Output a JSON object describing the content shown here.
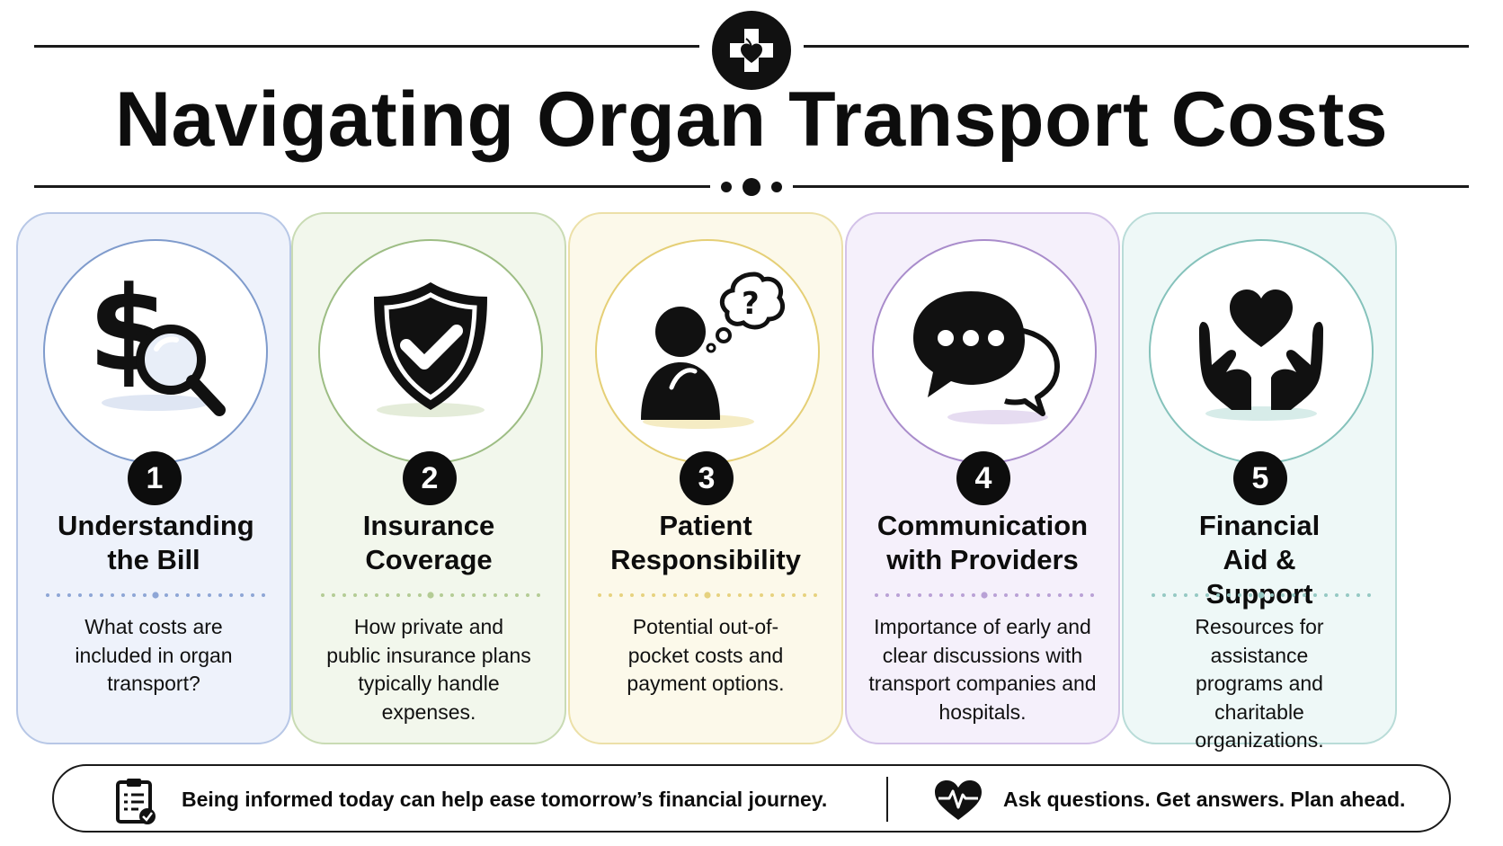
{
  "title": "Navigating Organ Transport Costs",
  "cards": [
    {
      "number": "1",
      "title": "Understanding the Bill",
      "description": "What costs are included in organ transport?",
      "icon": "dollar-magnifier-icon",
      "bg": "#eef2fb",
      "border": "#b7c7e6",
      "circle_border": "#7f9bcc",
      "accent": "#8ea6d6"
    },
    {
      "number": "2",
      "title": "Insurance Coverage",
      "description": "How private and public insurance plans typically handle expenses.",
      "icon": "shield-check-icon",
      "bg": "#f2f7ec",
      "border": "#c9dbb4",
      "circle_border": "#9dbd84",
      "accent": "#b4cc95"
    },
    {
      "number": "3",
      "title": "Patient Responsibility",
      "description": "Potential out-of-pocket costs and payment options.",
      "icon": "thinking-person-icon",
      "bg": "#fcf9ea",
      "border": "#ece0a8",
      "circle_border": "#e5cf76",
      "accent": "#e6d27f"
    },
    {
      "number": "4",
      "title": "Communication with Providers",
      "description": "Importance of early and clear discussions with transport companies and hospitals.",
      "icon": "speech-bubbles-icon",
      "bg": "#f5f0fb",
      "border": "#d3c2e8",
      "circle_border": "#a98ccb",
      "accent": "#b9a1d6"
    },
    {
      "number": "5",
      "title": "Financial Aid & Support",
      "description": "Resources for assistance programs and charitable organizations.",
      "icon": "heart-hands-icon",
      "bg": "#eef8f7",
      "border": "#b9dcd8",
      "circle_border": "#85c2bb",
      "accent": "#95c9c3"
    }
  ],
  "footer": {
    "left_text": "Being informed today can help ease tomorrow’s financial journey.",
    "right_text": "Ask questions. Get answers. Plan ahead.",
    "left_icon": "clipboard-check-icon",
    "right_icon": "heartbeat-icon"
  },
  "header_icon": "medical-cross-heart-icon"
}
